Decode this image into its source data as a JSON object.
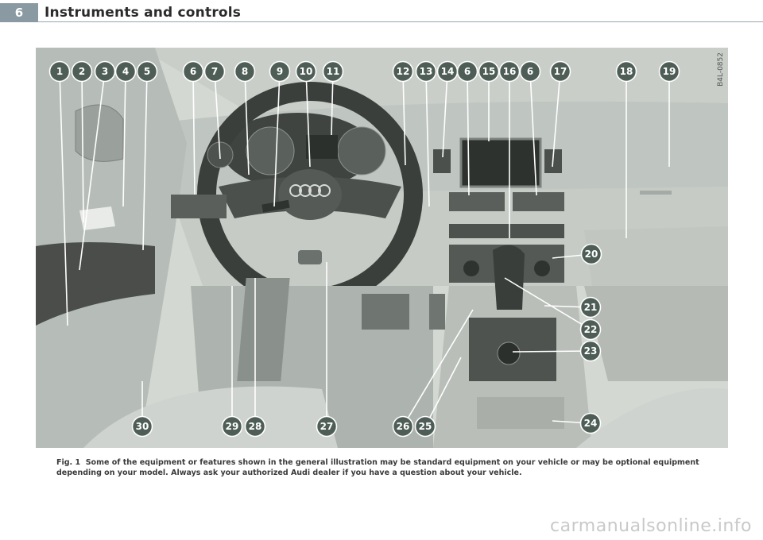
{
  "header": {
    "page_number": "6",
    "section_title": "Instruments and controls"
  },
  "figure": {
    "code": "B4L-0852",
    "callouts": [
      "1",
      "2",
      "3",
      "4",
      "5",
      "6",
      "7",
      "8",
      "9",
      "10",
      "11",
      "12",
      "13",
      "14",
      "6",
      "15",
      "16",
      "6",
      "17",
      "18",
      "19",
      "20",
      "21",
      "22",
      "23",
      "24",
      "25",
      "26",
      "27",
      "28",
      "29",
      "30"
    ]
  },
  "caption": {
    "label": "Fig. 1",
    "text": "Some of the equipment or features shown in the general illustration may be standard equipment on your vehicle or may be optional equipment depending on your model. Always ask your authorized Audi dealer if you have a question about your vehicle."
  },
  "footer": {
    "watermark": "carmanualsonline.info"
  }
}
